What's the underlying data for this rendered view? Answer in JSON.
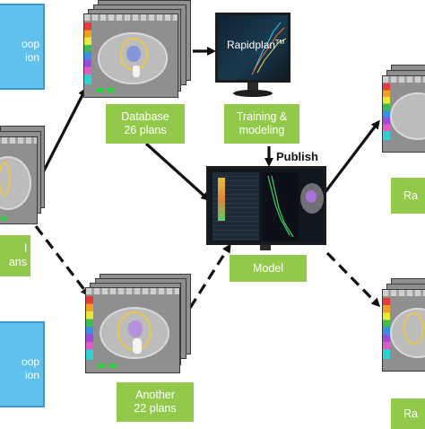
{
  "blue_boxes": [
    {
      "line1": "oop",
      "line2": "ion"
    },
    {
      "line1": "oop",
      "line2": "ion"
    }
  ],
  "green_boxes": {
    "database": {
      "line1": "Database",
      "line2": "26 plans"
    },
    "training": {
      "line1": "Training &",
      "line2": "modeling"
    },
    "left_partial": {
      "line1": "l",
      "line2": "ans"
    },
    "model": {
      "line1": "Model"
    },
    "another": {
      "line1": "Another",
      "line2": "22 plans"
    },
    "right_top": {
      "line1": "Ra"
    },
    "right_bottom": {
      "line1": "Ra"
    }
  },
  "monitor": {
    "brand": "Rapidplan",
    "tm": "TM"
  },
  "publish_label": "Publish",
  "colors": {
    "blue_box": "#5fc1ec",
    "green_box": "#92c94a",
    "arrow": "#111111"
  }
}
